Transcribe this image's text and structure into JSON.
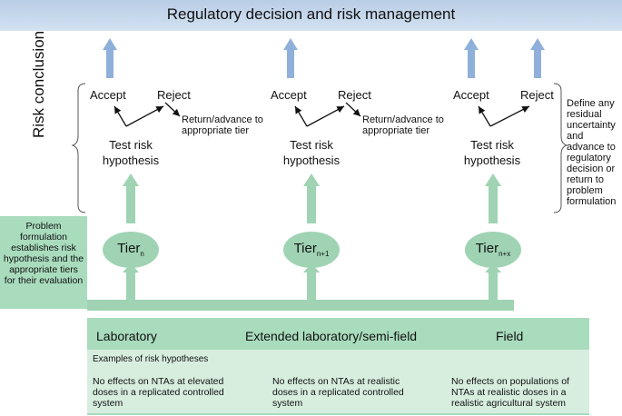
{
  "header": {
    "title": "Regulatory decision and risk management"
  },
  "side_label": "Risk conclusion",
  "columns": [
    {
      "accept": "Accept",
      "reject": "Reject",
      "return_note": "Return/advance to appropriate tier",
      "test": "Test risk hypothesis",
      "tier_base": "Tier",
      "tier_sub": "n"
    },
    {
      "accept": "Accept",
      "reject": "Reject",
      "return_note": "Return/advance to appropriate tier",
      "test": "Test risk hypothesis",
      "tier_base": "Tier",
      "tier_sub": "n+1"
    },
    {
      "accept": "Accept",
      "reject": "Reject",
      "test": "Test risk hypothesis",
      "tier_base": "Tier",
      "tier_sub": "n+x"
    }
  ],
  "right_note": "Define any residual uncertainty and advance to regulatory decision or return to problem formulation",
  "problem_box": "Problem formulation establishes risk hypothesis and the appropriate tiers for their evaluation",
  "levels": {
    "laboratory": "Laboratory",
    "extended": "Extended laboratory/semi-field",
    "field": "Field"
  },
  "examples": {
    "heading": "Examples of risk hypotheses",
    "items": [
      "No effects on NTAs at elevated doses in a replicated controlled system",
      "No effects on NTAs at realistic doses in a replicated controlled system",
      "No effects on populations of NTAs at realistic doses in a realistic agricultural system"
    ]
  },
  "colors": {
    "banner": "#c5d7ec",
    "blue_arrow": "#8fb0da",
    "green": "#9fd3b3",
    "green_light": "#d7eedf"
  }
}
